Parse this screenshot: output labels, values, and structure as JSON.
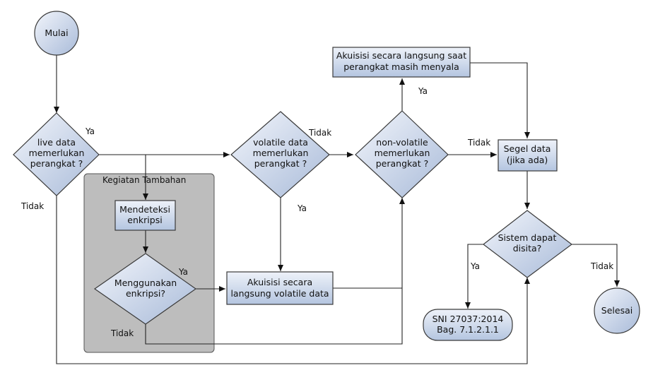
{
  "diagram": {
    "group": {
      "title": "Kegiatan Tambahan"
    },
    "nodes": {
      "mulai": "Mulai",
      "live_q": [
        "live data",
        "memerlukan",
        "perangkat ?"
      ],
      "mendeteksi": [
        "Mendeteksi",
        "enkripsi"
      ],
      "menggunakan_q": [
        "Menggunakan",
        "enkripsi?"
      ],
      "volatile_q": [
        "volatile data",
        "memerlukan",
        "perangkat ?"
      ],
      "akuisisi_volatile": [
        "Akuisisi secara",
        "langsung  volatile data"
      ],
      "nonvolatile_q": [
        "non-volatile",
        "memerlukan",
        "perangkat ?"
      ],
      "akuisisi_langsung": [
        "Akuisisi secara langsung saat",
        "perangkat masih menyala"
      ],
      "segel": [
        "Segel data",
        "(jika ada)"
      ],
      "sistem_q": [
        "Sistem dapat",
        "disita?"
      ],
      "sni": [
        "SNI 27037:2014",
        "Bag. 7.1.2.1.1"
      ],
      "selesai": "Selesai"
    },
    "edge_labels": {
      "live_ya": "Ya",
      "live_tidak": "Tidak",
      "menggunakan_ya": "Ya",
      "menggunakan_tidak": "Tidak",
      "volatile_tidak": "Tidak",
      "volatile_ya": "Ya",
      "nonvolatile_ya": "Ya",
      "nonvolatile_tidak": "Tidak",
      "sistem_ya": "Ya",
      "sistem_tidak": "Tidak"
    },
    "colors": {
      "fill_light": "#eef2f9",
      "fill_dark": "#aebfdc",
      "group_fill": "#bdbdbd",
      "line": "#222222"
    }
  }
}
